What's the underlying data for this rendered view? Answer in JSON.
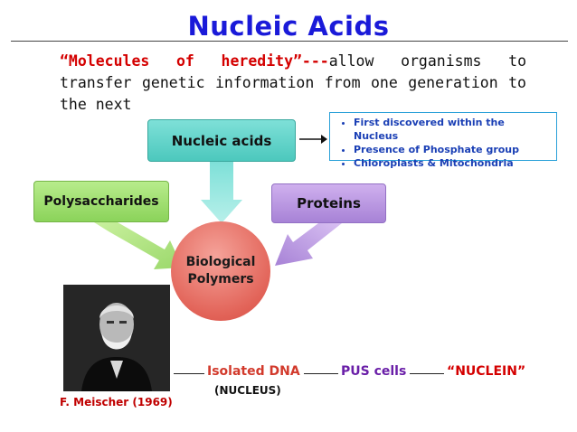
{
  "title": "Nucleic Acids",
  "definition": {
    "highlight": "“Molecules of heredity”---",
    "text": "allow organisms to transfer genetic information from one generation to the next"
  },
  "diagram": {
    "top_box": "Nucleic acids",
    "left_box": "Polysaccharides",
    "right_box": "Proteins",
    "center_line1": "Biological",
    "center_line2": "Polymers",
    "colors": {
      "top": "#4cc8bd",
      "left": "#8bd35a",
      "right": "#a782d6",
      "center": "#e26358"
    }
  },
  "facts": [
    "First discovered within the Nucleus",
    "Presence of Phosphate group",
    "Chloroplasts & Mitochondria"
  ],
  "history": {
    "caption": "F. Meischer (1969)",
    "isolated": "Isolated DNA",
    "note": "(NUCLEUS)",
    "pus": "PUS cells",
    "nuclein": "“NUCLEIN”"
  }
}
